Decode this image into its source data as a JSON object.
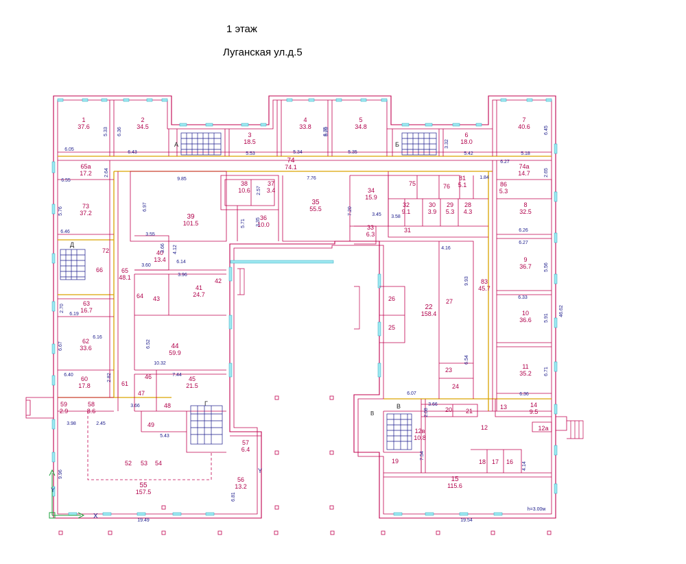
{
  "header": {
    "floor": "1 этаж",
    "address": "Луганская ул.д.5"
  },
  "rooms": [
    {
      "n": "1",
      "a": "37.6"
    },
    {
      "n": "2",
      "a": "34.5"
    },
    {
      "n": "3",
      "a": "18.5"
    },
    {
      "n": "4",
      "a": "33.8"
    },
    {
      "n": "5",
      "a": "34.8"
    },
    {
      "n": "6",
      "a": "18.0"
    },
    {
      "n": "7",
      "a": "40.6"
    },
    {
      "n": "8",
      "a": "32.5"
    },
    {
      "n": "9",
      "a": "36.7"
    },
    {
      "n": "10",
      "a": "36.6"
    },
    {
      "n": "11",
      "a": "35.2"
    },
    {
      "n": "12",
      "a": ""
    },
    {
      "n": "12а",
      "a": ""
    },
    {
      "n": "12в",
      "a": "10.8"
    },
    {
      "n": "13",
      "a": ""
    },
    {
      "n": "14",
      "a": "9.5"
    },
    {
      "n": "15",
      "a": "115.6"
    },
    {
      "n": "16",
      "a": ""
    },
    {
      "n": "17",
      "a": ""
    },
    {
      "n": "18",
      "a": ""
    },
    {
      "n": "19",
      "a": ""
    },
    {
      "n": "20",
      "a": ""
    },
    {
      "n": "21",
      "a": ""
    },
    {
      "n": "22",
      "a": "158.4"
    },
    {
      "n": "23",
      "a": ""
    },
    {
      "n": "24",
      "a": ""
    },
    {
      "n": "25",
      "a": ""
    },
    {
      "n": "26",
      "a": ""
    },
    {
      "n": "27",
      "a": ""
    },
    {
      "n": "28",
      "a": "4.3"
    },
    {
      "n": "29",
      "a": "5.3"
    },
    {
      "n": "30",
      "a": "3.9"
    },
    {
      "n": "31",
      "a": ""
    },
    {
      "n": "32",
      "a": "9.1"
    },
    {
      "n": "33",
      "a": "6.3"
    },
    {
      "n": "34",
      "a": "15.9"
    },
    {
      "n": "35",
      "a": "55.5"
    },
    {
      "n": "36",
      "a": "10.0"
    },
    {
      "n": "37",
      "a": "3.4"
    },
    {
      "n": "38",
      "a": "10.6"
    },
    {
      "n": "39",
      "a": "101.5"
    },
    {
      "n": "40",
      "a": "13.4"
    },
    {
      "n": "41",
      "a": "24.7"
    },
    {
      "n": "42",
      "a": ""
    },
    {
      "n": "43",
      "a": ""
    },
    {
      "n": "44",
      "a": "59.9"
    },
    {
      "n": "45",
      "a": "21.5"
    },
    {
      "n": "46",
      "a": ""
    },
    {
      "n": "47",
      "a": ""
    },
    {
      "n": "48",
      "a": ""
    },
    {
      "n": "49",
      "a": ""
    },
    {
      "n": "52",
      "a": ""
    },
    {
      "n": "53",
      "a": ""
    },
    {
      "n": "54",
      "a": ""
    },
    {
      "n": "55",
      "a": "157.5"
    },
    {
      "n": "56",
      "a": "13.2"
    },
    {
      "n": "57",
      "a": "6.4"
    },
    {
      "n": "58",
      "a": "8.6"
    },
    {
      "n": "59",
      "a": "2.9"
    },
    {
      "n": "60",
      "a": "17.8"
    },
    {
      "n": "61",
      "a": ""
    },
    {
      "n": "62",
      "a": "33.6"
    },
    {
      "n": "63",
      "a": "16.7"
    },
    {
      "n": "64",
      "a": ""
    },
    {
      "n": "65",
      "a": "48.1"
    },
    {
      "n": "66",
      "a": ""
    },
    {
      "n": "72",
      "a": ""
    },
    {
      "n": "73",
      "a": "37.2"
    },
    {
      "n": "74",
      "a": "74.1"
    },
    {
      "n": "74а",
      "a": "14.7"
    },
    {
      "n": "65а",
      "a": "17.2"
    },
    {
      "n": "75",
      "a": ""
    },
    {
      "n": "76",
      "a": ""
    },
    {
      "n": "81",
      "a": "5.1"
    },
    {
      "n": "83",
      "a": "45.7"
    },
    {
      "n": "86",
      "a": "5.3"
    }
  ],
  "stair_letters": [
    "А",
    "Б",
    "В",
    "Г",
    "Д",
    "В"
  ],
  "dims": [
    "6.05",
    "6.43",
    "5.33",
    "6.36",
    "5.53",
    "5.34",
    "6.35",
    "5.35",
    "6.20",
    "5.42",
    "3.32",
    "5.18",
    "6.45",
    "6.27",
    "2.65",
    "6.26",
    "6.27",
    "5.56",
    "6.33",
    "5.91",
    "6.71",
    "6.36",
    "46.62",
    "9.85",
    "7.76",
    "7.20",
    "6.55",
    "2.64",
    "5.76",
    "6.46",
    "6.97",
    "5.71",
    "3.45",
    "3.58",
    "4.16",
    "9.93",
    "6.54",
    "6.07",
    "3.55",
    "3.66",
    "3.60",
    "6.14",
    "3.96",
    "6.19",
    "2.70",
    "6.16",
    "6.67",
    "10.32",
    "6.52",
    "7.44",
    "6.40",
    "2.82",
    "3.66",
    "3.98",
    "2.45",
    "5.43",
    "9.96",
    "19.49",
    "19.54",
    "6.81",
    "7.54",
    "4.14",
    "3.66",
    "1.84",
    "2.08",
    "2.57",
    "4.12",
    "3.35"
  ],
  "scale_note": "h=3.00м"
}
